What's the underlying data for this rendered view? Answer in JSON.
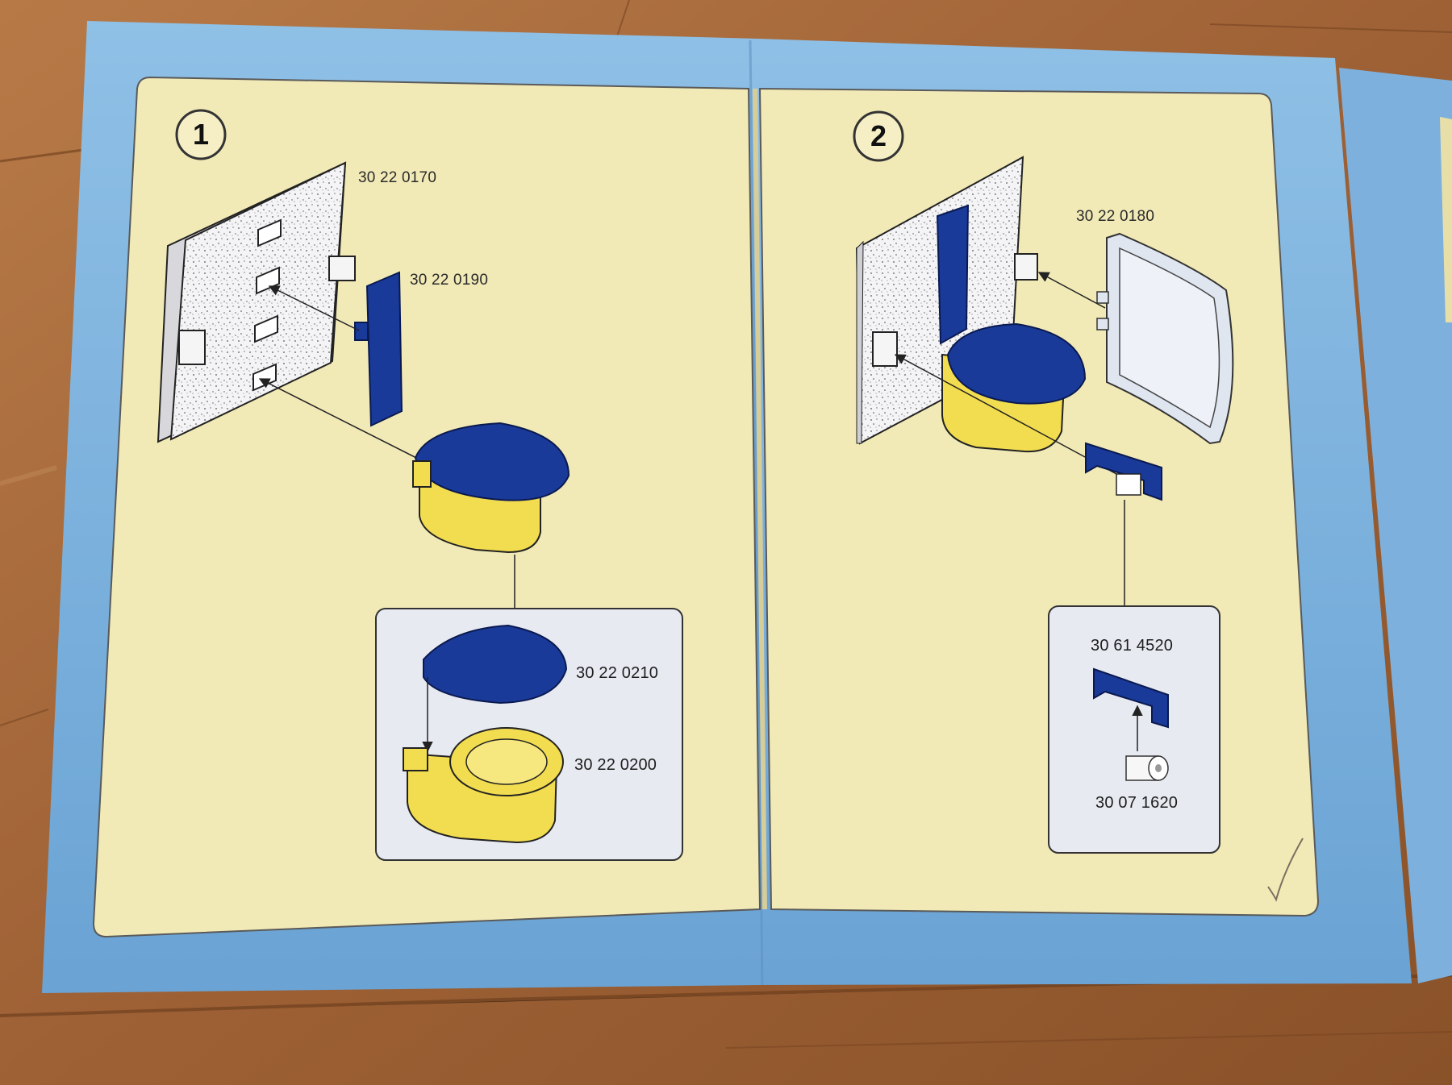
{
  "step1": {
    "number": "1",
    "wall_part": "30 22 0170",
    "strip_part": "30 22 0190",
    "detail": {
      "lid_part": "30 22 0210",
      "bowl_part": "30 22 0200"
    }
  },
  "step2": {
    "number": "2",
    "mirror_part": "30 22 0180",
    "detail": {
      "holder_part": "30 61 4520",
      "roll_part": "30 07 1620"
    }
  },
  "colors": {
    "cover_blue": "#7fb2dd",
    "page_cream": "#f1e9b6",
    "part_blue": "#1a3a9a",
    "part_yellow": "#f2dc4f",
    "floor_wood": "#a86b3c",
    "detail_box": "#e8eaf2"
  },
  "icons": [
    "wall-panel-icon",
    "toilet-icon",
    "mirror-icon",
    "paper-holder-icon",
    "toilet-roll-icon",
    "arrow-icon"
  ]
}
